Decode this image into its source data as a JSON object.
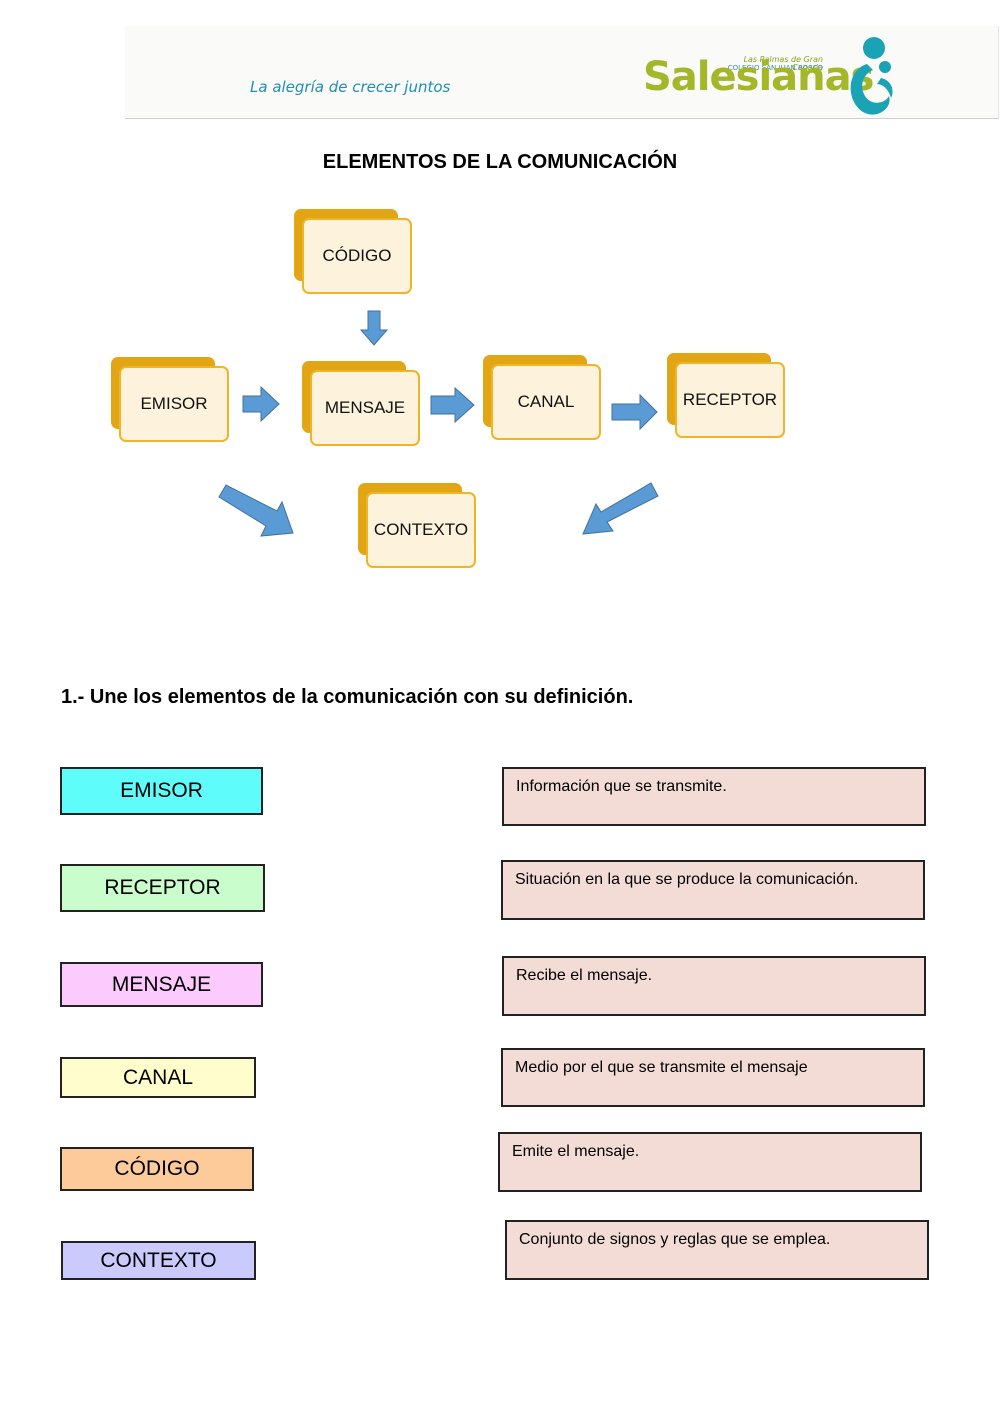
{
  "header": {
    "tagline": "La alegría de crecer juntos",
    "logo_line1": "Las Palmas de Gran Canaria",
    "logo_line2": "COLEGIO SAN JUAN BOSCO",
    "logo_word": "Salesianas"
  },
  "title": "ELEMENTOS DE LA COMUNICACIÓN",
  "diagram": {
    "codigo": "CÓDIGO",
    "emisor": "EMISOR",
    "mensaje": "MENSAJE",
    "canal": "CANAL",
    "receptor": "RECEPTOR",
    "contexto": "CONTEXTO"
  },
  "question": "1.- Une los elementos de la comunicación con su definición.",
  "terms": [
    "EMISOR",
    "RECEPTOR",
    "MENSAJE",
    "CANAL",
    "CÓDIGO",
    "CONTEXTO"
  ],
  "term_colors": [
    "#5ffcfc",
    "#c9fdcb",
    "#fccafd",
    "#fefdcb",
    "#fdcb9a",
    "#cacafd"
  ],
  "definitions": [
    "Información que se transmite.",
    "Situación en la que se produce la comunicación.",
    "Recibe el mensaje.",
    "Medio por el que se transmite el mensaje",
    "Emite el mensaje.",
    "Conjunto de signos y reglas que se emplea."
  ],
  "colors": {
    "node_back": "#e2a514",
    "node_border": "#f0b429",
    "node_fill": "#fdf2dc",
    "arrow": "#5b9bd5",
    "definition_fill": "#f3dcd6"
  }
}
